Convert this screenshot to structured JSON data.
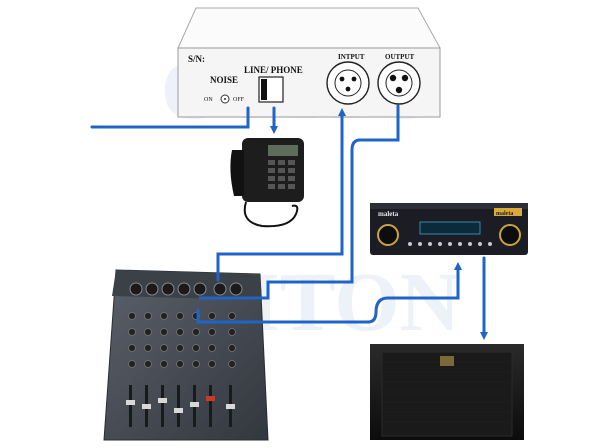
{
  "device": {
    "serial_label": "S/N:",
    "noise_label": "NOISE",
    "line_phone_label": "LINE/ PHONE",
    "on_label": "ON",
    "off_label": "OFF",
    "input_label": "INTPUT",
    "output_label": "OUTPUT"
  },
  "amplifier": {
    "brand_left": "maleta",
    "brand_right": "maleta"
  },
  "watermark": {
    "text_top": "OYITO",
    "text_bottom": "CSITON"
  },
  "colors": {
    "cable": "#1f64c8",
    "device_body": "#f7f7f7",
    "device_edge": "#9a9a9a",
    "amp_body": "#1c1c24",
    "speaker_body": "#151515",
    "mixer_body": "#4a4f57",
    "watermark": "#dfe8f4"
  }
}
